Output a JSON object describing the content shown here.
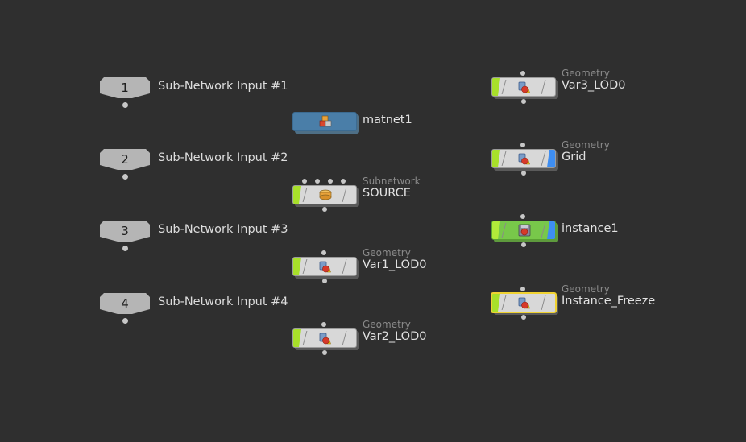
{
  "subnet_inputs": [
    {
      "number": "1",
      "label": "Sub-Network Input #1"
    },
    {
      "number": "2",
      "label": "Sub-Network Input #2"
    },
    {
      "number": "3",
      "label": "Sub-Network Input #3"
    },
    {
      "number": "4",
      "label": "Sub-Network Input #4"
    }
  ],
  "nodes": {
    "matnet1": {
      "name": "matnet1",
      "type": ""
    },
    "source": {
      "name": "SOURCE",
      "type": "Subnetwork"
    },
    "var1": {
      "name": "Var1_LOD0",
      "type": "Geometry"
    },
    "var2": {
      "name": "Var2_LOD0",
      "type": "Geometry"
    },
    "var3": {
      "name": "Var3_LOD0",
      "type": "Geometry"
    },
    "grid": {
      "name": "Grid",
      "type": "Geometry"
    },
    "instance1": {
      "name": "instance1",
      "type": ""
    },
    "instance_freeze": {
      "name": "Instance_Freeze",
      "type": "Geometry"
    }
  },
  "icons": {
    "geometry": "geometry-node-icon",
    "subnet": "subnetwork-icon",
    "matnet": "material-network-icon",
    "instance": "instance-icon"
  },
  "colors": {
    "background": "#2f2f2f",
    "display_flag": "#a8e02a",
    "render_flag": "#3e8ef2",
    "selection": "#f0d232",
    "matnet": "#4a7ea8",
    "instance": "#78c84a"
  }
}
